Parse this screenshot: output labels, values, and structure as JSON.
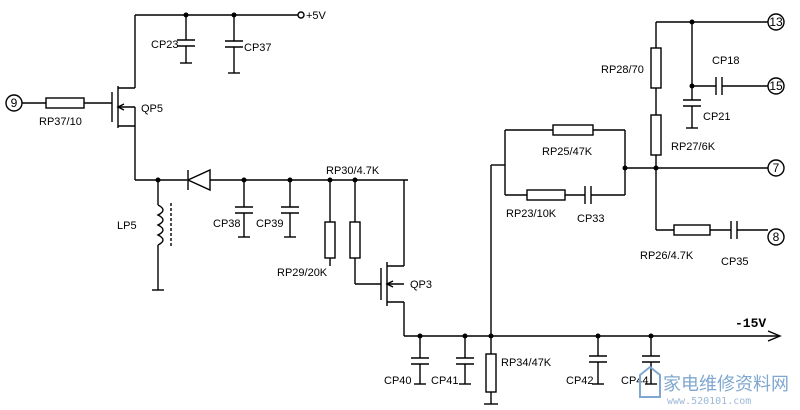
{
  "diagram": {
    "power": {
      "plus": "+5V",
      "minus": "-15V"
    },
    "connectors": {
      "pin9": "9",
      "pin13": "13",
      "pin15": "15",
      "pin7": "7",
      "pin8": "8"
    },
    "components": {
      "rp37": "RP37/10",
      "qp5": "QP5",
      "cp23": "CP23",
      "cp37": "CP37",
      "lp5": "LP5",
      "cp38": "CP38",
      "cp39": "CP39",
      "rp30": "RP30/4.7K",
      "rp29": "RP29/20K",
      "qp3": "QP3",
      "rp25": "RP25/47K",
      "rp23": "RP23/10K",
      "cp33": "CP33",
      "rp28": "RP28/70",
      "cp18": "CP18",
      "cp21": "CP21",
      "rp27": "RP27/6K",
      "rp26": "RP26/4.7K",
      "cp35": "CP35",
      "cp40": "CP40",
      "cp41": "CP41",
      "rp34": "RP34/47K",
      "cp42": "CP42",
      "cp44": "CP44"
    },
    "watermark": {
      "brand": "家电维修资料网",
      "url": "www.520101.com"
    }
  }
}
